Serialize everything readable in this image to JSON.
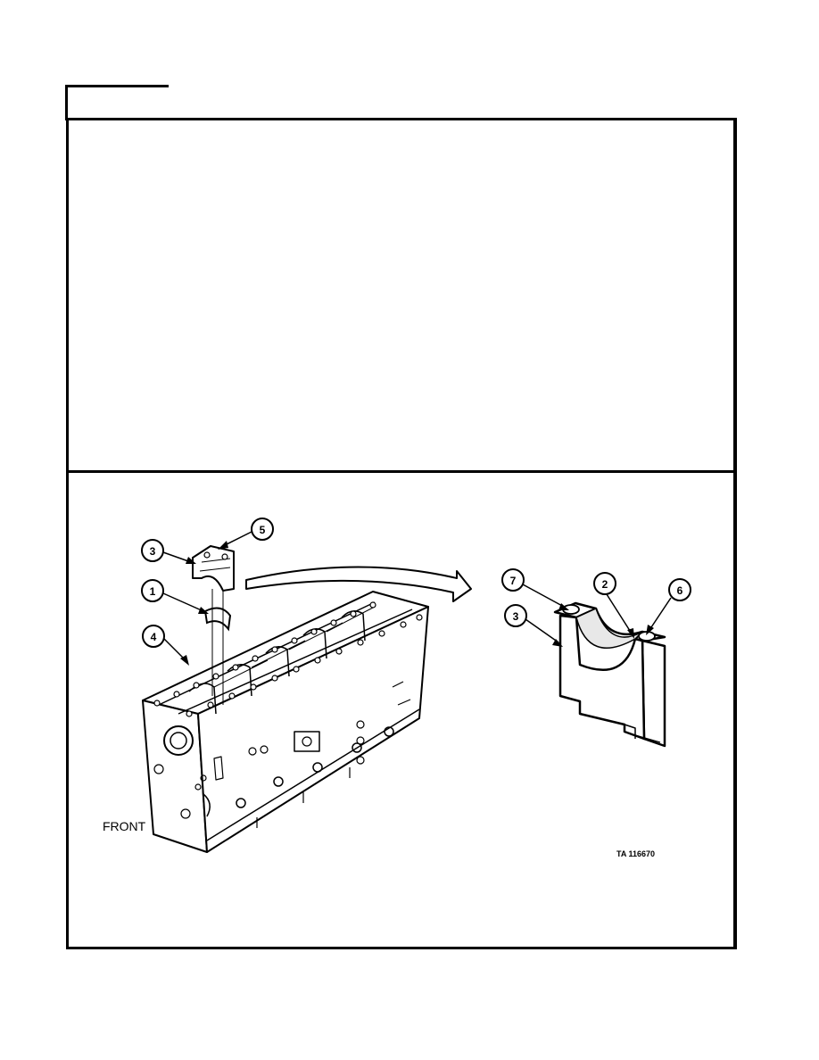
{
  "figure": {
    "front_label": "FRONT",
    "figure_id": "TA 116670",
    "callouts": {
      "c1": "1",
      "c2": "2",
      "c3a": "3",
      "c3b": "3",
      "c4": "4",
      "c5": "5",
      "c6": "6",
      "c7": "7"
    }
  }
}
